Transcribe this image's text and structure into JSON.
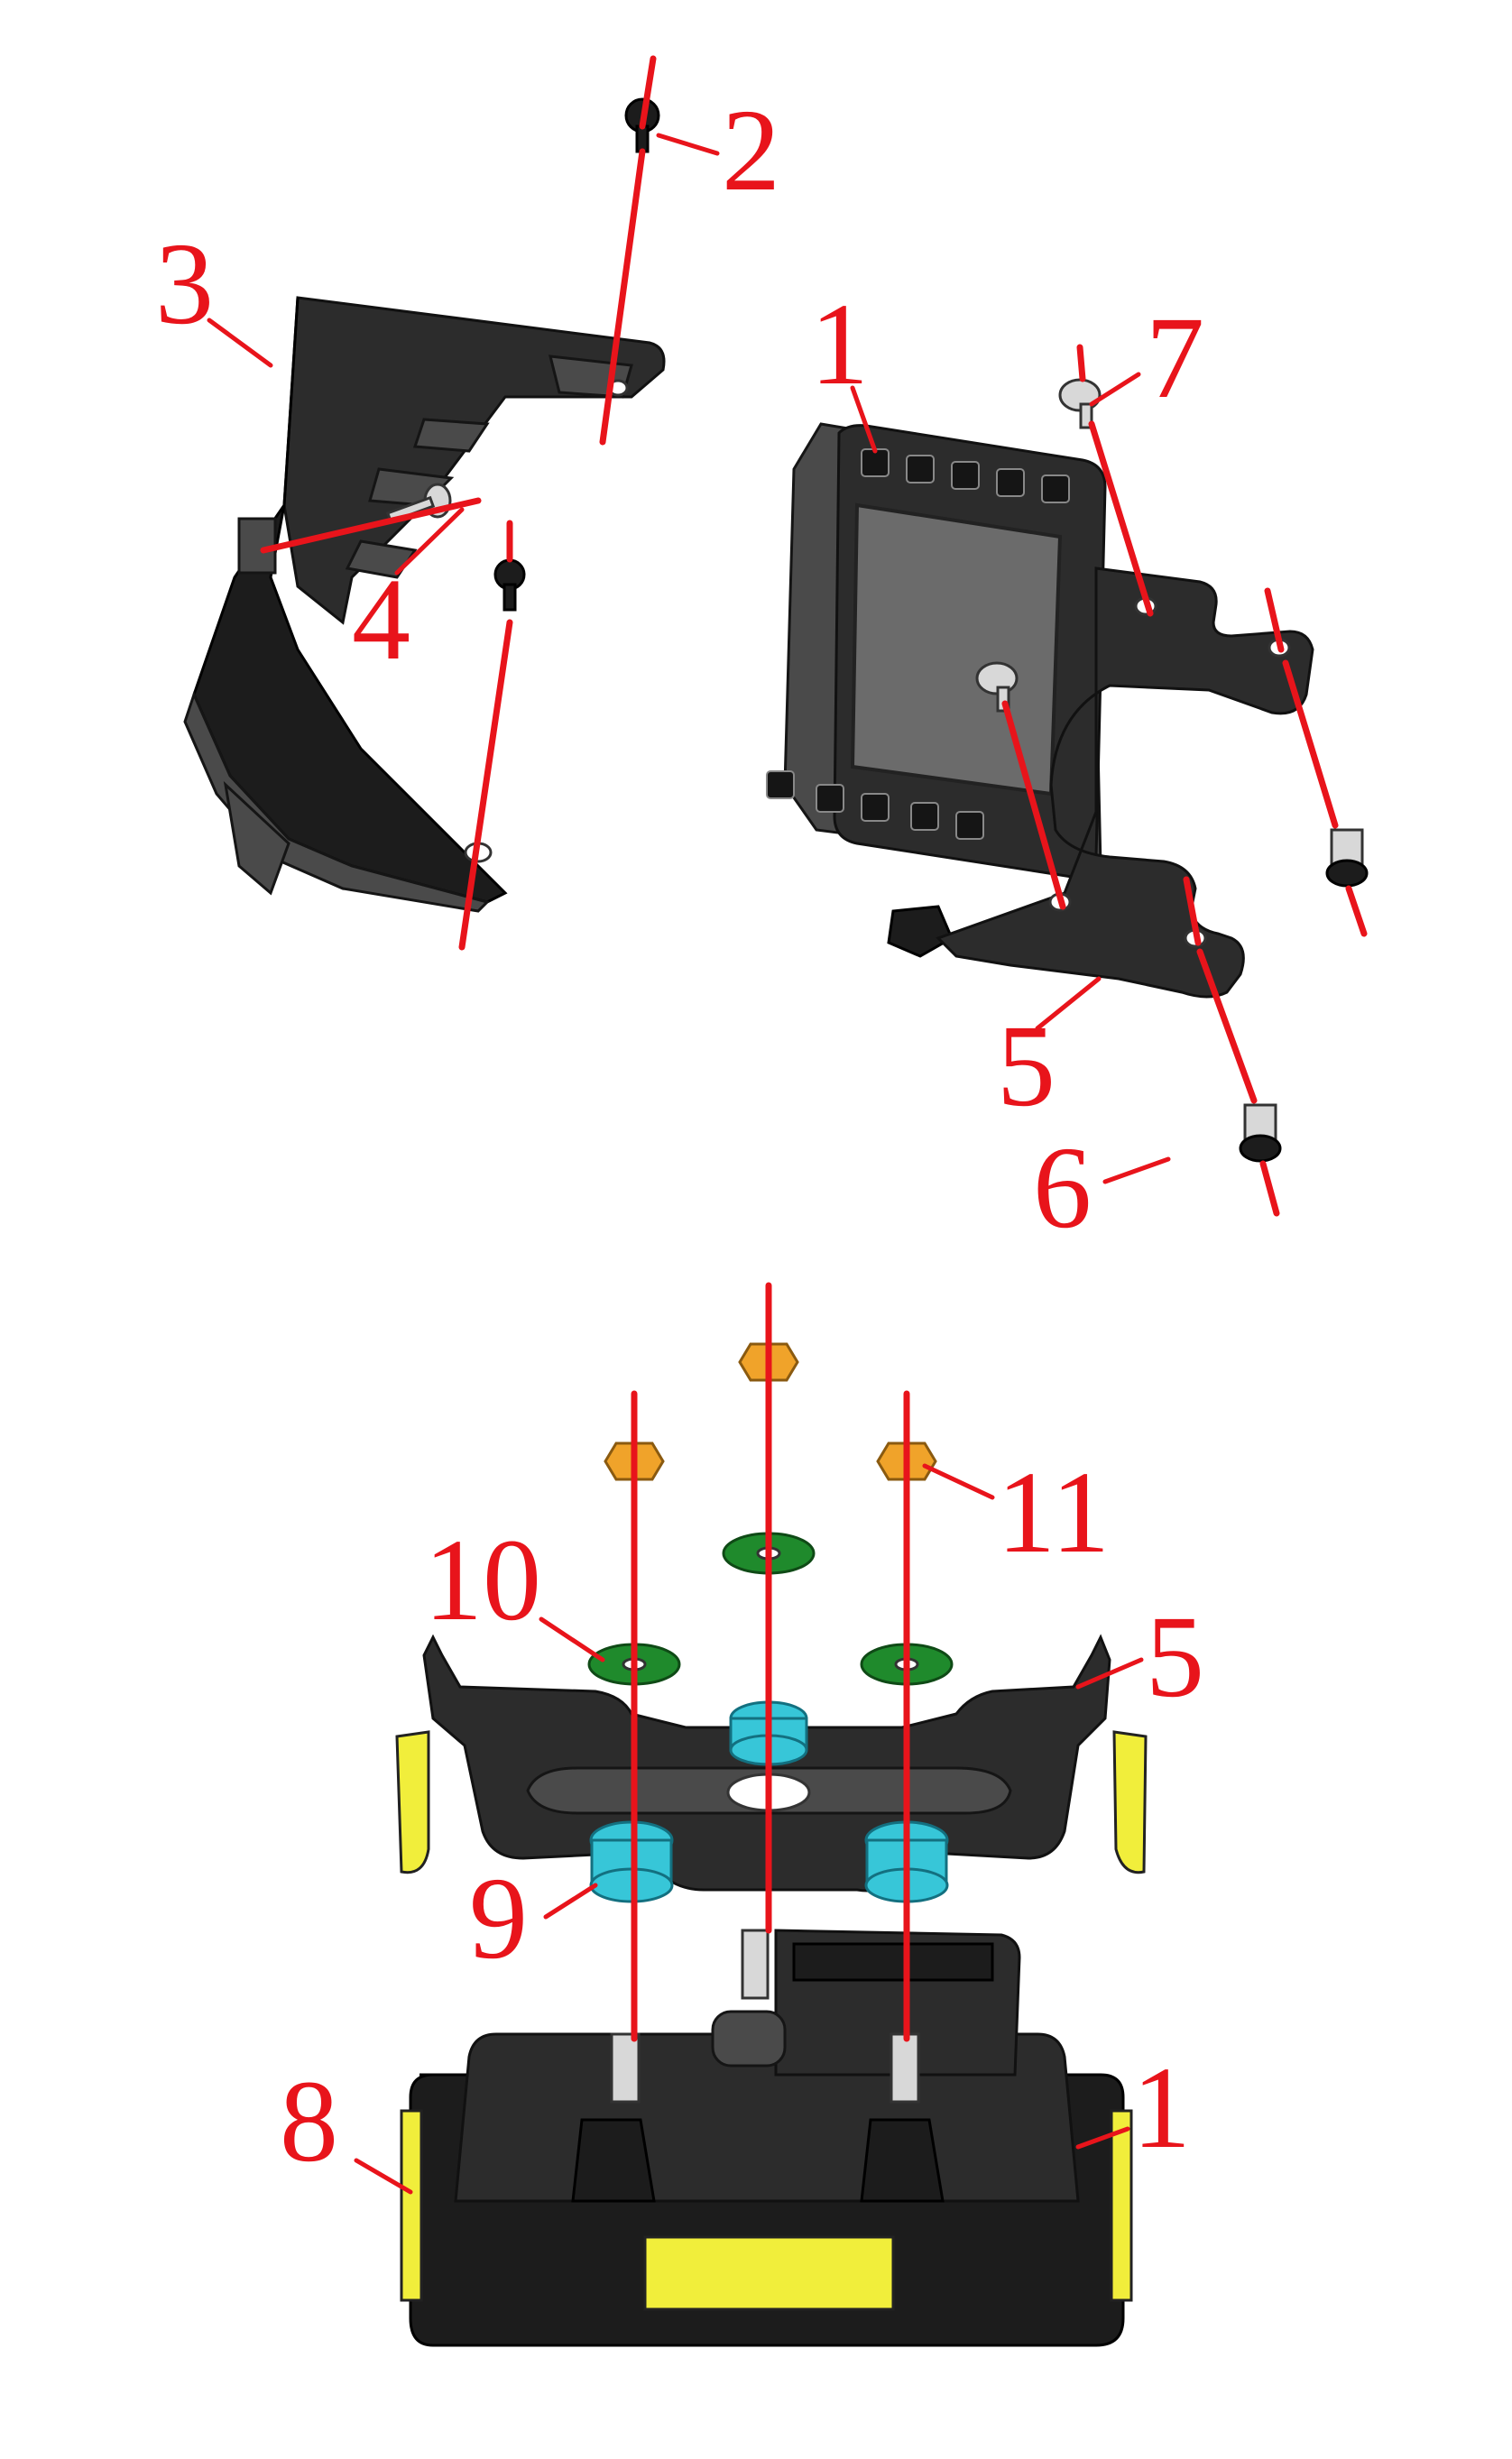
{
  "callouts": {
    "top": {
      "c1": "1",
      "c2": "2",
      "c3": "3",
      "c4": "4",
      "c5": "5",
      "c6": "6",
      "c7": "7"
    },
    "bottom": {
      "c1": "1",
      "c5": "5",
      "c8": "8",
      "c9": "9",
      "c10": "10",
      "c11": "11"
    }
  },
  "colors": {
    "callout_red": "#e8141b",
    "nut_orange": "#f0a32a",
    "washer_green": "#1f8a2c",
    "grommet_cyan": "#37c6d8",
    "pad_yellow": "#f1ee3b"
  },
  "icons": [
    "dashboard-display-icon",
    "mounting-bracket-icon",
    "instrument-cover-icon"
  ]
}
